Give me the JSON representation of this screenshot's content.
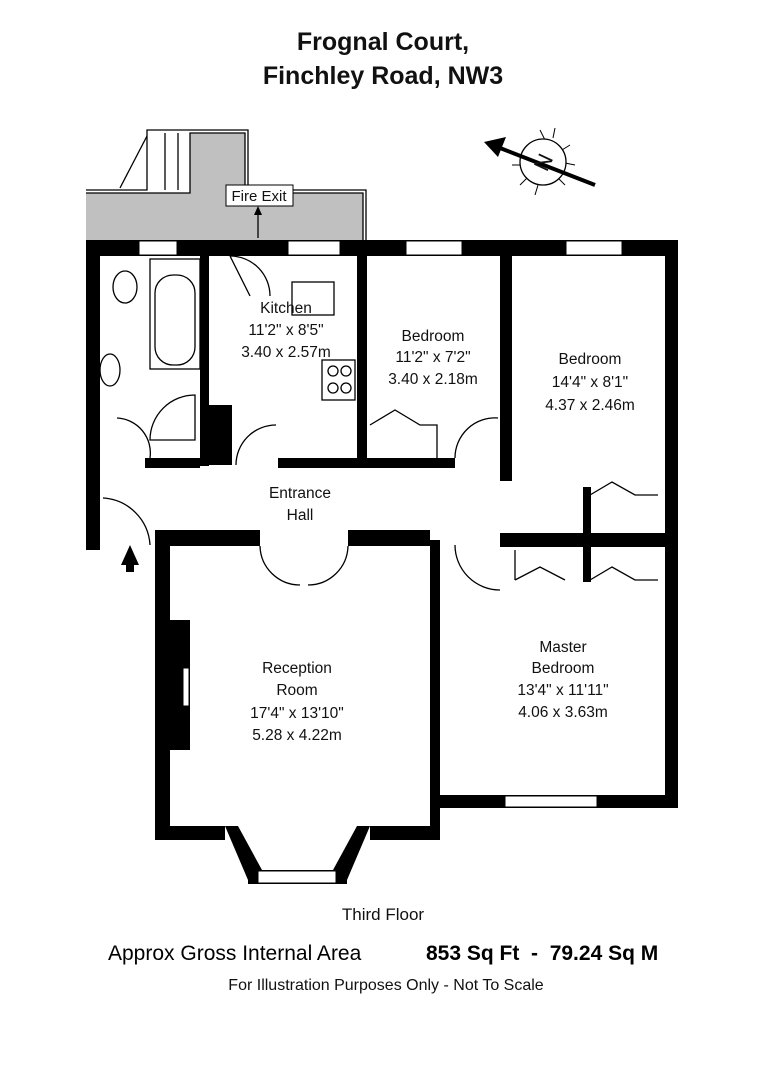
{
  "header": {
    "title_line1": "Frognal Court,",
    "title_line2": "Finchley Road, NW3"
  },
  "compass": {
    "label": "N",
    "icon": "compass-north-arrow-icon"
  },
  "balcony": {
    "label": "Fire Exit"
  },
  "rooms": [
    {
      "name": "Kitchen",
      "imperial": "11'2\" x 8'5\"",
      "metric": "3.40 x 2.57m"
    },
    {
      "name": "Bedroom",
      "imperial": "11'2\" x 7'2\"",
      "metric": "3.40 x 2.18m"
    },
    {
      "name": "Bedroom",
      "imperial": "14'4\" x 8'1\"",
      "metric": "4.37 x 2.46m"
    },
    {
      "name_line1": "Entrance",
      "name_line2": "Hall"
    },
    {
      "name_line1": "Reception",
      "name_line2": "Room",
      "imperial": "17'4\" x 13'10\"",
      "metric": "5.28 x 4.22m"
    },
    {
      "name_line1": "Master",
      "name_line2": "Bedroom",
      "imperial": "13'4\" x 11'11\"",
      "metric": "4.06 x 3.63m"
    }
  ],
  "footer": {
    "floor": "Third Floor",
    "area_label": "Approx Gross Internal Area",
    "area_value": "853 Sq Ft  -  79.24 Sq M",
    "disclaimer": "For Illustration Purposes Only - Not To Scale"
  },
  "colors": {
    "wall": "#000000",
    "balcony": "#c0c0c0"
  }
}
